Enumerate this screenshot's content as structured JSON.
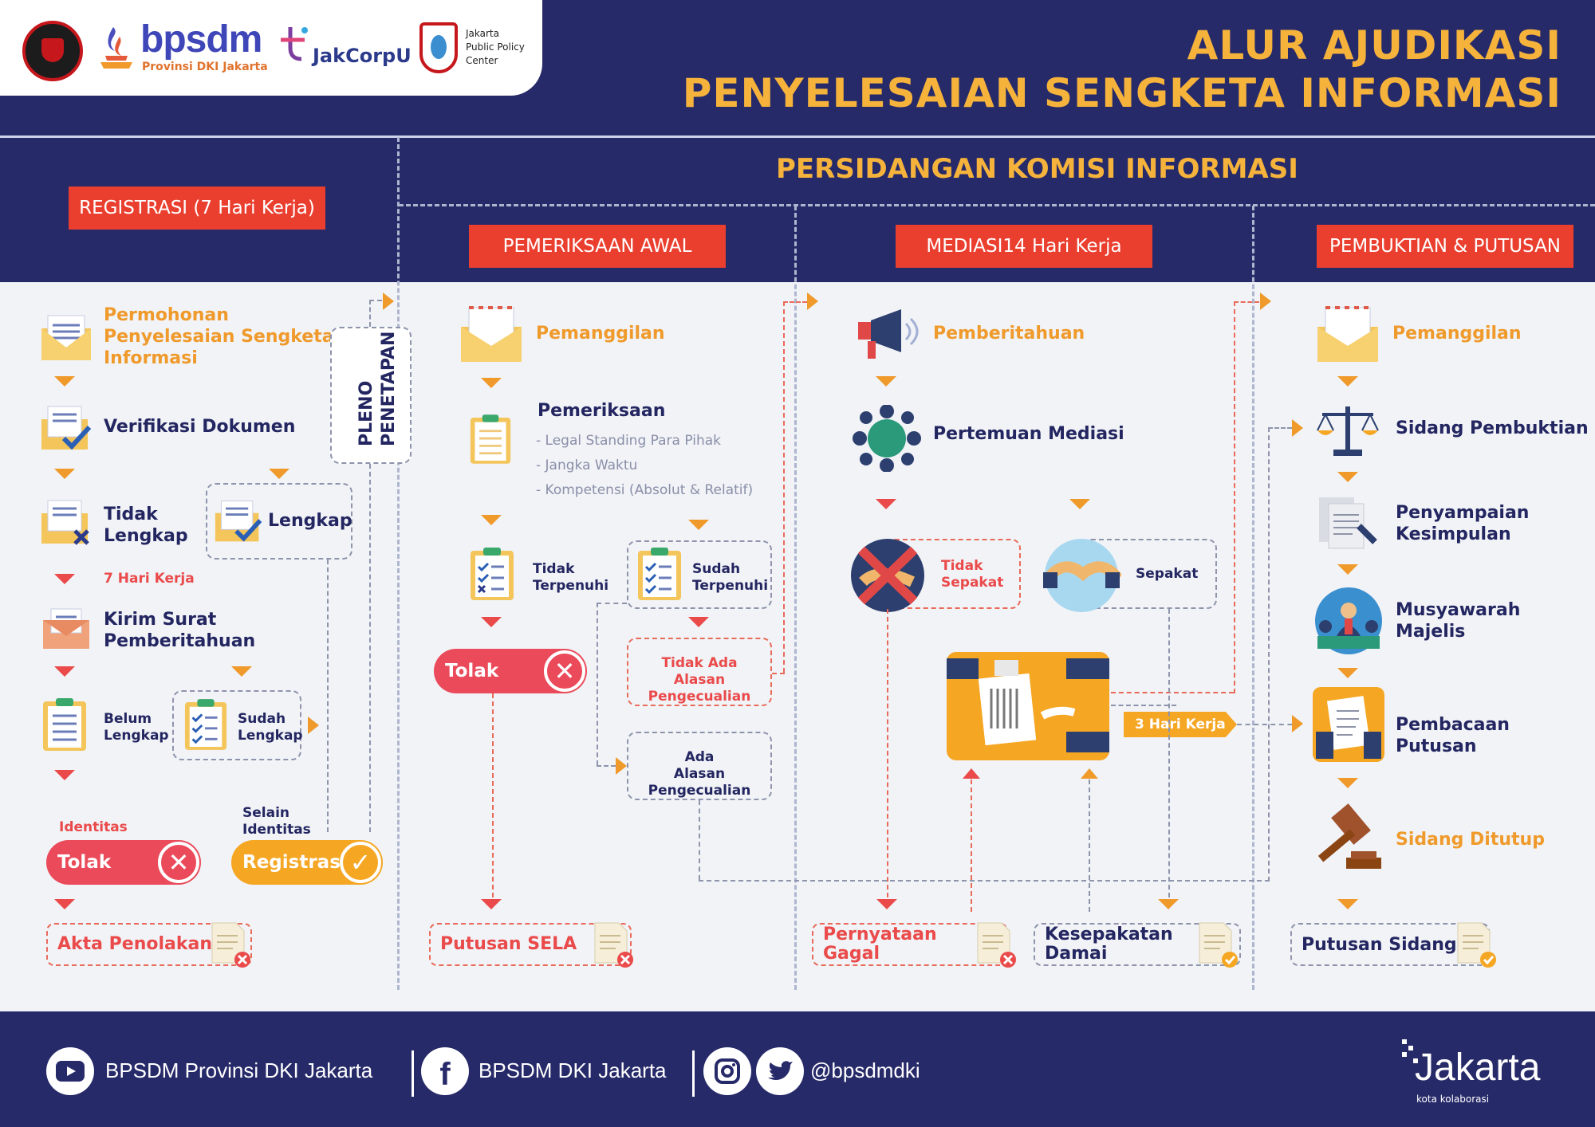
{
  "header": {
    "title_line1": "ALUR AJUDIKASI",
    "title_line2": "PENYELESAIAN SENGKETA INFORMASI",
    "logos": {
      "bpsdm": "bpsdm",
      "bpsdm_sub": "Provinsi DKI Jakarta",
      "jakcorpu": "JakCorpU",
      "jppc_line1": "Jakarta",
      "jppc_line2": "Public Policy",
      "jppc_line3": "Center"
    }
  },
  "sections": {
    "persidangan": "PERSIDANGAN KOMISI INFORMASI",
    "registrasi": "REGISTRASI (7 Hari Kerja)",
    "pemeriksaan_awal": "PEMERIKSAAN AWAL",
    "mediasi": "MEDIASI14 Hari Kerja",
    "pembuktian": "PEMBUKTIAN & PUTUSAN"
  },
  "registrasi": {
    "permohonan": [
      "Permohonan",
      "Penyelesaian Sengketa",
      "Informasi"
    ],
    "verifikasi": "Verifikasi Dokumen",
    "tidak_lengkap": [
      "Tidak",
      "Lengkap"
    ],
    "lengkap": "Lengkap",
    "tujuh_hari": "7 Hari Kerja",
    "kirim_surat": [
      "Kirim Surat",
      "Pemberitahuan"
    ],
    "belum_lengkap": [
      "Belum",
      "Lengkap"
    ],
    "sudah_lengkap": [
      "Sudah",
      "Lengkap"
    ],
    "pleno": [
      "PLENO",
      "PENETAPAN"
    ],
    "identitas": "Identitas",
    "selain_identitas": [
      "Selain",
      "Identitas"
    ],
    "tolak": "Tolak",
    "registrasi_btn": "Registrasi",
    "akta_penolakan": "Akta Penolakan"
  },
  "pemeriksaan": {
    "pemanggilan": "Pemanggilan",
    "pemeriksaan": "Pemeriksaan",
    "bullets": [
      "- Legal Standing Para Pihak",
      "- Jangka Waktu",
      "- Kompetensi (Absolut & Relatif)"
    ],
    "tidak_terpenuhi": [
      "Tidak",
      "Terpenuhi"
    ],
    "sudah_terpenuhi": [
      "Sudah",
      "Terpenuhi"
    ],
    "tidak_ada_alasan": [
      "Tidak Ada",
      "Alasan Pengecualian"
    ],
    "ada_alasan": [
      "Ada",
      "Alasan Pengecualian"
    ],
    "tolak": "Tolak",
    "putusan_sela": "Putusan SELA"
  },
  "mediasi": {
    "pemberitahuan": "Pemberitahuan",
    "pertemuan": "Pertemuan Mediasi",
    "tidak_sepakat": [
      "Tidak",
      "Sepakat"
    ],
    "sepakat": "Sepakat",
    "tiga_hari": "3 Hari Kerja",
    "pernyataan_gagal": [
      "Pernyataan",
      "Gagal"
    ],
    "kesepakatan_damai": [
      "Kesepakatan",
      "Damai"
    ]
  },
  "pembuktian": {
    "pemanggilan": "Pemanggilan",
    "sidang_pembuktian": "Sidang Pembuktian",
    "penyampaian": [
      "Penyampaian",
      "Kesimpulan"
    ],
    "musyawarah": [
      "Musyawarah",
      "Majelis"
    ],
    "pembacaan": "Pembacaan Putusan",
    "sidang_ditutup": "Sidang Ditutup",
    "putusan_sidang": "Putusan Sidang"
  },
  "footer": {
    "youtube": "BPSDM Provinsi DKI Jakarta",
    "facebook": "BPSDM DKI Jakarta",
    "handle": "@bpsdmdki",
    "jakarta": "Jakarta",
    "jakarta_sub": "kota kolaborasi"
  },
  "colors": {
    "navy": "#272a69",
    "gold": "#f5b33c",
    "red": "#ea3f2f",
    "orange": "#ef9a2b",
    "body_bg": "#f1f3f7"
  }
}
